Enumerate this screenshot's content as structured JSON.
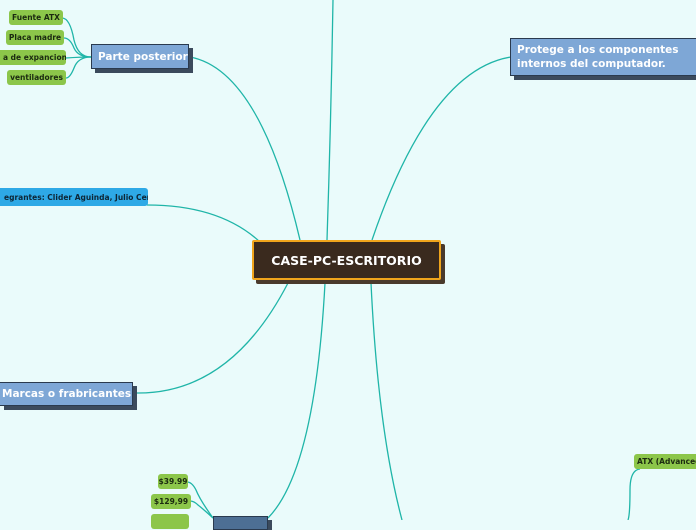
{
  "central": {
    "label": "CASE-PC-ESCRITORIO"
  },
  "branches": {
    "parte_posterior": {
      "label": "Parte posterior",
      "children": [
        "Fuente ATX",
        "Placa madre",
        "a de expancion",
        "ventiladores"
      ]
    },
    "protege": {
      "label": "Protege a los componentes internos del computador."
    },
    "integrantes": {
      "label": "egrantes: Clider Aguinda, Julio Cerda"
    },
    "marcas": {
      "label": "Marcas o frabricantes"
    },
    "precios": {
      "children": [
        "$39.99",
        "$129,99"
      ]
    },
    "tipos": {
      "children": [
        "ATX (Advanced"
      ]
    }
  },
  "colors": {
    "background": "#eafbfb",
    "link": "#1fb5a8",
    "central_fill": "#3a2a1e",
    "central_border": "#f0a51c",
    "main_fill": "#7ea7d6",
    "leaf_fill": "#8cc64a",
    "blue_fill": "#2ea9e6"
  }
}
